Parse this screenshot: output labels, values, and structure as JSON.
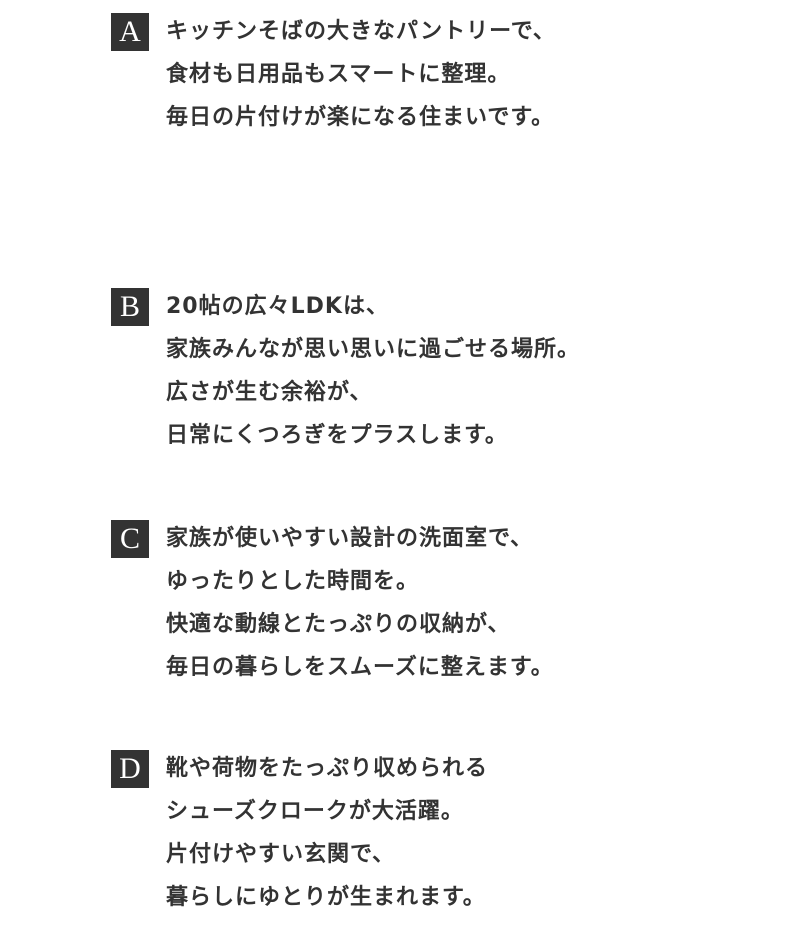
{
  "sections": [
    {
      "label": "A",
      "lines": [
        "キッチンそばの大きなパントリーで、",
        "食材も日用品もスマートに整理。",
        "毎日の片付けが楽になる住まいです。"
      ]
    },
    {
      "label": "B",
      "lines": [
        "20帖の広々LDKは、",
        "家族みんなが思い思いに過ごせる場所。",
        "広さが生む余裕が、",
        "日常にくつろぎをプラスします。"
      ]
    },
    {
      "label": "C",
      "lines": [
        "家族が使いやすい設計の洗面室で、",
        "ゆったりとした時間を。",
        "快適な動線とたっぷりの収納が、",
        "毎日の暮らしをスムーズに整えます。"
      ]
    },
    {
      "label": "D",
      "lines": [
        "靴や荷物をたっぷり収められる",
        "シューズクロークが大活躍。",
        "片付けやすい玄関で、",
        "暮らしにゆとりが生まれます。"
      ]
    }
  ],
  "colors": {
    "text": "#333333",
    "badge_bg": "#333333",
    "badge_text": "#ffffff",
    "background": "#ffffff"
  }
}
